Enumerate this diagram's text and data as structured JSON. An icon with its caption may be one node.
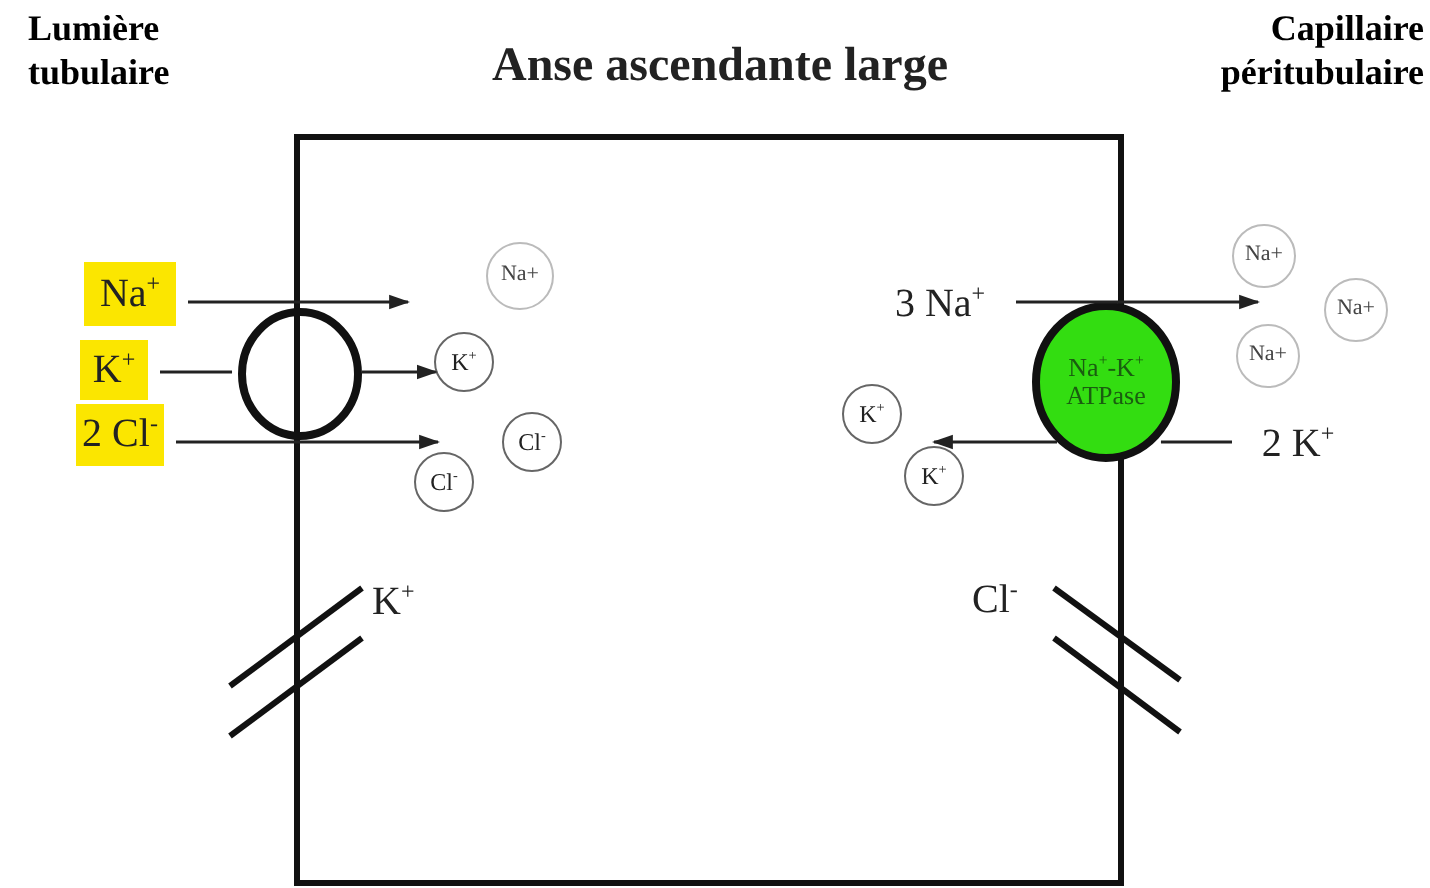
{
  "diagram": {
    "title": "Anse ascendante large",
    "nodes": [
      {
        "text": [],
        "shape": "box"
      },
      {
        "text": [
          "Na$^{+}$"
        ]
      },
      {
        "text": [
          "K$^{+}$"
        ]
      },
      {
        "text": [
          "2 Cl$^{-}$"
        ]
      },
      {
        "text": [],
        "shape": "circle"
      },
      {
        "text": [
          "Na+"
        ],
        "in": 0
      },
      {
        "text": [
          "K$^{+}$"
        ],
        "in": 0
      },
      {
        "text": [
          "Cl$^{-}$"
        ],
        "in": 0
      },
      {
        "text": [
          "Cl$^{-}$"
        ],
        "in": 0
      },
      {
        "text": [
          "3 Na$^{+}$"
        ],
        "in": 0
      },
      {
        "text": [
          "Na$^{+}$-K$^{+}$ ATPase"
        ]
      },
      {
        "text": [
          "K$^{+}$"
        ],
        "in": 0
      },
      {
        "text": [
          "K$^{+}$"
        ],
        "in": 0
      },
      {
        "text": [
          "2 K$^{+}$"
        ]
      },
      {
        "text": [
          "Na+"
        ]
      },
      {
        "text": [
          "Na+"
        ]
      },
      {
        "text": [
          "Na+"
        ]
      }
    ],
    "edges": [
      {
        "from": 1,
        "to": null,
        "arrow": "to"
      },
      {
        "from": 2,
        "to": 4,
        "arrow": "none"
      },
      {
        "from": 4,
        "to": 6,
        "arrow": "to"
      },
      {
        "from": 3,
        "to": 8,
        "arrow": "to"
      },
      {
        "from": 9,
        "to": 14,
        "arrow": "to"
      },
      {
        "from": 13,
        "to": 10,
        "arrow": "none"
      },
      {
        "from": 10,
        "to": 12,
        "arrow": "to"
      }
    ],
    "labels": [
      "Lumière tubulaire",
      "Capillaire péritubulaire",
      "K$^{+}$",
      "Cl$^{-}$"
    ]
  }
}
